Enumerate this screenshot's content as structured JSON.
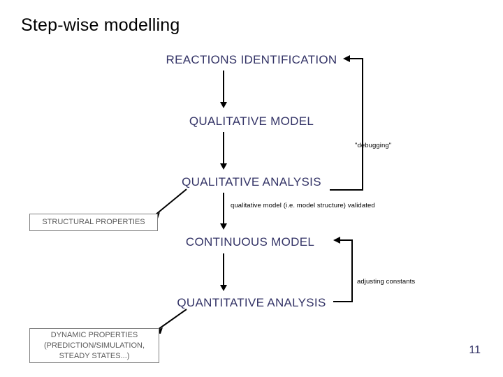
{
  "slide": {
    "title": "Step-wise modelling",
    "page_number": "11",
    "accent_color": "#333366",
    "box_border_color": "#808080",
    "box_text_color": "#595959",
    "line_color": "#000000",
    "background_color": "#ffffff"
  },
  "stages": [
    {
      "id": "reactions-identification",
      "label": "REACTIONS IDENTIFICATION"
    },
    {
      "id": "qualitative-model",
      "label": "QUALITATIVE MODEL"
    },
    {
      "id": "qualitative-analysis",
      "label": "QUALITATIVE ANALYSIS"
    },
    {
      "id": "continuous-model",
      "label": "CONTINUOUS MODEL"
    },
    {
      "id": "quantitative-analysis",
      "label": "QUANTITATIVE ANALYSIS"
    }
  ],
  "side_boxes": [
    {
      "id": "structural-properties",
      "lines": [
        "STRUCTURAL PROPERTIES"
      ]
    },
    {
      "id": "dynamic-properties",
      "lines": [
        "DYNAMIC PROPERTIES",
        "(PREDICTION/SIMULATION,",
        "STEADY STATES...)"
      ]
    }
  ],
  "annotations": {
    "debugging": "\"debugging\"",
    "validated": "qualitative model (i.e. model structure) validated",
    "adjusting": "adjusting constants"
  }
}
